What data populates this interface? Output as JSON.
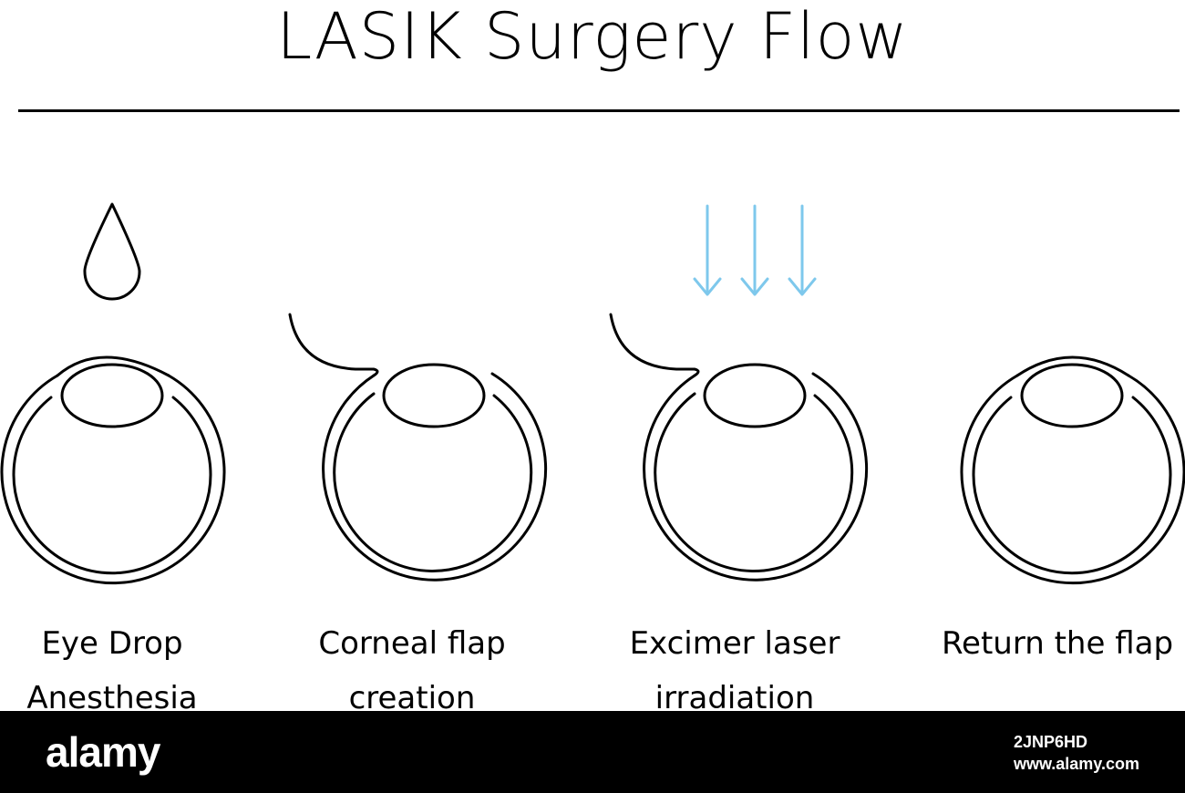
{
  "title": "LASIK Surgery Flow",
  "colors": {
    "line": "#000000",
    "laser": "#7ec8ec",
    "footer": "#000000"
  },
  "steps": [
    {
      "line1": "Eye Drop",
      "line2": "Anesthesia",
      "icon": "droplet-icon"
    },
    {
      "line1": "Corneal flap",
      "line2": "creation",
      "icon": "eye-flap-open-icon"
    },
    {
      "line1": "Excimer laser",
      "line2": "irradiation",
      "icon": "laser-arrows-icon"
    },
    {
      "line1": "Return the flap",
      "line2": "",
      "icon": "eye-flap-closed-icon"
    }
  ],
  "watermark": {
    "brand": "alamy",
    "image_id": "2JNP6HD",
    "site": "www.alamy.com"
  }
}
